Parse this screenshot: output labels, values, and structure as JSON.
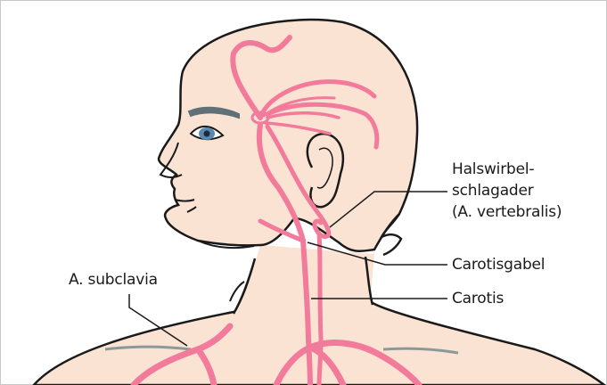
{
  "labels": {
    "vertebralis": [
      "Halswirbel-",
      "schlagader",
      "(A. vertebralis)"
    ],
    "carotisgabel": "Carotisgabel",
    "carotis": "Carotis",
    "subclavia": "A. subclavia"
  },
  "colors": {
    "skin": "#fbe3d3",
    "artery": "#f27a9a",
    "outline": "#1a1a1a",
    "eye": "#5b88b0",
    "brow": "#5f7076",
    "clavicle": "#8a9a98"
  }
}
